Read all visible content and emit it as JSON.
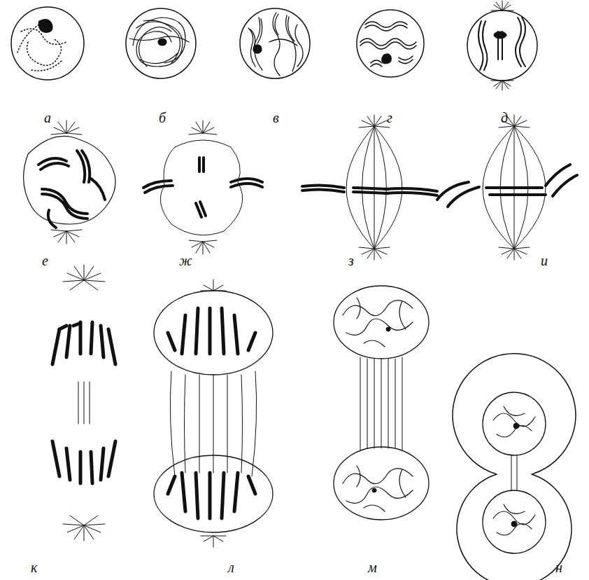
{
  "diagram": {
    "labels": [
      "а",
      "б",
      "в",
      "г",
      "д",
      "е",
      "ж",
      "з",
      "и",
      "к",
      "л",
      "м",
      "н"
    ]
  }
}
